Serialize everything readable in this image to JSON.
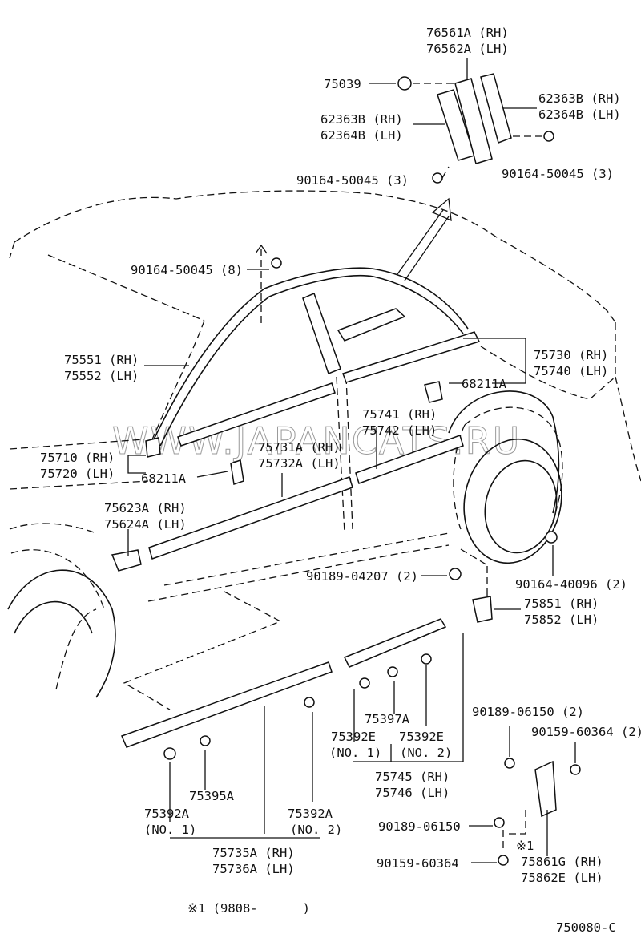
{
  "diagram": {
    "watermark": "WWW.JAPANCATS.RU",
    "footnote": "※1 (9808-      )",
    "figure_code": "750080-C",
    "labels": {
      "l_76561a": "76561A (RH)",
      "l_76562a": "76562A (LH)",
      "l_75039": "75039",
      "l_62363b_left": "62363B (RH)",
      "l_62364b_left": "62364B (LH)",
      "l_62363b_right": "62363B (RH)",
      "l_62364b_right": "62364B (LH)",
      "l_90164_50045_3_left": "90164-50045 (3)",
      "l_90164_50045_3_right": "90164-50045 (3)",
      "l_90164_50045_8": "90164-50045 (8)",
      "l_75551": "75551 (RH)",
      "l_75552": "75552 (LH)",
      "l_75730": "75730 (RH)",
      "l_75740": "75740 (LH)",
      "l_68211a_upper": "68211A",
      "l_75741": "75741 (RH)",
      "l_75742": "75742 (LH)",
      "l_75731a": "75731A (RH)",
      "l_75732a": "75732A (LH)",
      "l_75710": "75710 (RH)",
      "l_75720": "75720 (LH)",
      "l_68211a_lower": "68211A",
      "l_75623a": "75623A (RH)",
      "l_75624a": "75624A (LH)",
      "l_90164_40096": "90164-40096 (2)",
      "l_90189_04207": "90189-04207 (2)",
      "l_75851": "75851 (RH)",
      "l_75852": "75852 (LH)",
      "l_75397a": "75397A",
      "l_75392e_no1_part": "75392E",
      "l_75392e_no1_sub": "(NO. 1)",
      "l_75392e_no2_part": "75392E",
      "l_75392e_no2_sub": "(NO. 2)",
      "l_75745": "75745 (RH)",
      "l_75746": "75746 (LH)",
      "l_90189_06150_2": "90189-06150 (2)",
      "l_90159_60364_2": "90159-60364 (2)",
      "l_75395a": "75395A",
      "l_75392a_no1_part": "75392A",
      "l_75392a_no1_sub": "(NO. 1)",
      "l_75392a_no2_part": "75392A",
      "l_75392a_no2_sub": "(NO. 2)",
      "l_75735a": "75735A (RH)",
      "l_75736a": "75736A (LH)",
      "l_90189_06150": "90189-06150",
      "l_90159_60364": "90159-60364",
      "l_ref1": "※1",
      "l_75861g": "75861G (RH)",
      "l_75862e": "75862E (LH)"
    }
  }
}
